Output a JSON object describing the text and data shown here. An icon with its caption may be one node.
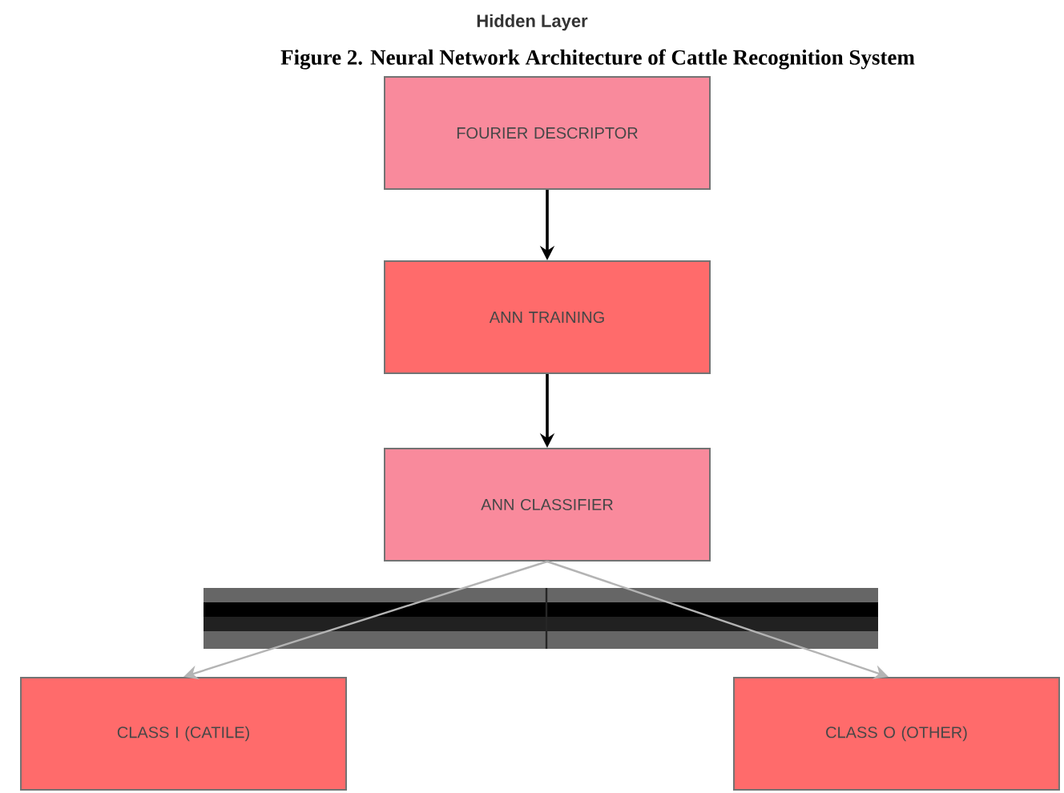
{
  "diagram": {
    "title": "Figure 2. Neural Network Architecture of Cattle Recognition System",
    "nodes": [
      {
        "text": [
          "FOURIER DESCRIPTOR"
        ]
      },
      {
        "text": [
          "ANN TRAINING"
        ]
      },
      {
        "text": [
          "ANN CLASSIFIER"
        ]
      },
      {
        "text": [
          "CLASS I (CATILE)"
        ]
      },
      {
        "text": [
          "CLASS O (OTHER)"
        ]
      }
    ],
    "edges": [
      {
        "from": 0,
        "to": 1,
        "arrow": "to"
      },
      {
        "from": 1,
        "to": 2,
        "arrow": "to"
      },
      {
        "from": 2,
        "to": 3,
        "arrow": "to",
        "color": "#b4b4b4"
      },
      {
        "from": 2,
        "to": 4,
        "arrow": "to",
        "color": "#b4b4b4"
      }
    ],
    "labels": [
      "Hidden Layer"
    ]
  }
}
